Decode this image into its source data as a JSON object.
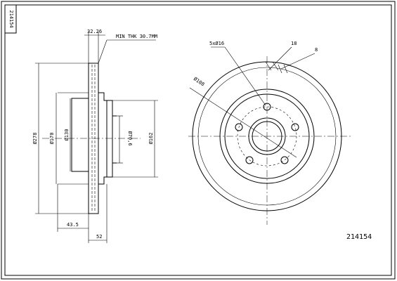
{
  "drawing": {
    "part_number_box": "214154",
    "part_number": "214154"
  },
  "dimensions": {
    "thickness_total": "32.26",
    "min_thickness": "MIN THK 30.7MM",
    "outer_diameter": "Ø278",
    "hub_outer_diameter": "Ø170",
    "hub_inner_diameter": "Ø130",
    "center_bore": "Ø70,6",
    "hat_diameter": "Ø162",
    "offset": "43.5",
    "height": "52",
    "bolt_holes": "5xØ16",
    "bolt_circle": "Ø108",
    "vent_dim_a": "18",
    "vent_dim_b": "8"
  }
}
